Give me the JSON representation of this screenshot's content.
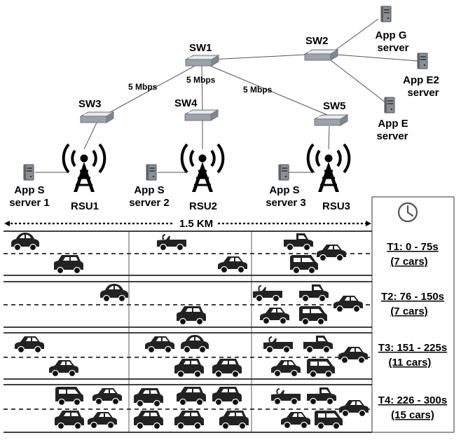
{
  "switches": [
    {
      "id": "sw1",
      "label": "SW1"
    },
    {
      "id": "sw2",
      "label": "SW2"
    },
    {
      "id": "sw3",
      "label": "SW3"
    },
    {
      "id": "sw4",
      "label": "SW4"
    },
    {
      "id": "sw5",
      "label": "SW5"
    }
  ],
  "links": {
    "sw1_sw3": "5 Mbps",
    "sw1_sw4": "5 Mbps",
    "sw1_sw5": "5 Mbps"
  },
  "app_servers": {
    "g": {
      "line1": "App G",
      "line2": "server"
    },
    "e2": {
      "line1": "App E2",
      "line2": "server"
    },
    "e": {
      "line1": "App E",
      "line2": "server"
    }
  },
  "rsus": [
    {
      "label": "RSU1",
      "server_line1": "App S",
      "server_line2": "server 1"
    },
    {
      "label": "RSU2",
      "server_line1": "App S",
      "server_line2": "server 2"
    },
    {
      "label": "RSU3",
      "server_line1": "App S",
      "server_line2": "server 3"
    }
  ],
  "road": {
    "length_label": "1.5 KM"
  },
  "clock_icon": "clock-icon",
  "periods": [
    {
      "label": "T1: 0 - 75s",
      "cars_label": "(7 cars)",
      "cars": 7
    },
    {
      "label": "T2: 76 - 150s",
      "cars_label": "(7 cars)",
      "cars": 7
    },
    {
      "label": "T3: 151 - 225s",
      "cars_label": "(11 cars)",
      "cars": 11
    },
    {
      "label": "T4: 226 - 300s",
      "cars_label": "(15 cars)",
      "cars": 15
    }
  ]
}
